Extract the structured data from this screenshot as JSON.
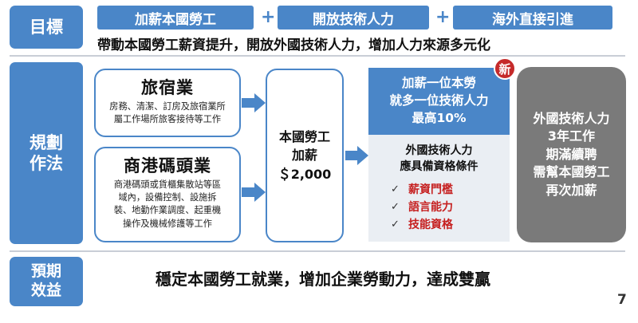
{
  "sections": {
    "goal": "目標",
    "plan": [
      "規劃",
      "作法"
    ],
    "benefit": [
      "預期",
      "效益"
    ]
  },
  "goals": {
    "chips": [
      "加薪本國勞工",
      "開放技術人力",
      "海外直接引進"
    ],
    "plus": "+",
    "summary": "帶動本國勞工薪資提升，開放外國技術人力，增加人力來源多元化"
  },
  "industries": [
    {
      "title": "旅宿業",
      "desc": [
        "房務、清潔、訂房及旅宿業所",
        "屬工作場所旅客接待等工作"
      ]
    },
    {
      "title": "商港碼頭業",
      "desc": [
        "商港碼頭或貨櫃集散站等區",
        "域內，設備控制、設施拆",
        "裝、地勤作業調度、起重機",
        "操作及機械修護等工作"
      ]
    }
  ],
  "raise": {
    "lines": [
      "本國勞工",
      "加薪",
      "＄2,000"
    ]
  },
  "requirements": {
    "badge": "新",
    "head": [
      "加薪一位本勞",
      "就多一位技術人力",
      "最高10%"
    ],
    "sub": [
      "外國技術人力",
      "應具備資格條件"
    ],
    "check_mark": "✓",
    "items": [
      "薪資門檻",
      "語言能力",
      "技能資格"
    ]
  },
  "outcome": {
    "lines": [
      "外國技術人力",
      "3年工作",
      "期滿續聘",
      "需幫本國勞工",
      "再次加薪"
    ]
  },
  "benefit_text": "穩定本國勞工就業，增加企業勞動力，達成雙贏",
  "page_number": "7",
  "colors": {
    "accent": "#4a86c8",
    "badge": "#c52a2a",
    "highlight": "#c62020",
    "outcome_bg": "#7a7a7a"
  }
}
